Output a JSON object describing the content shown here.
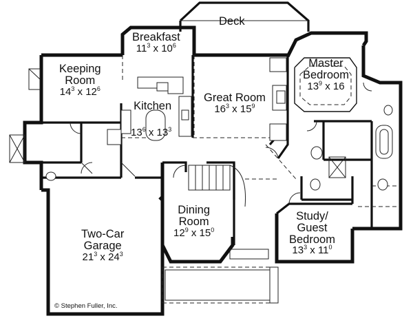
{
  "plan": {
    "credit": "© Stephen Fuller, Inc."
  },
  "rooms": {
    "deck": {
      "name": "Deck"
    },
    "breakfast": {
      "name": "Breakfast",
      "w": "11",
      "wi": "3",
      "h": "10",
      "hi": "6"
    },
    "keeping_room": {
      "name1": "Keeping",
      "name2": "Room",
      "w": "14",
      "wi": "3",
      "h": "12",
      "hi": "6"
    },
    "kitchen": {
      "name": "Kitchen",
      "w": "13",
      "wi": "6",
      "h": "13",
      "hi": "3"
    },
    "great_room": {
      "name": "Great Room",
      "w": "16",
      "wi": "3",
      "h": "15",
      "hi": "9"
    },
    "master_bedroom": {
      "name1": "Master",
      "name2": "Bedroom",
      "w": "13",
      "wi": "9",
      "h": "16",
      "hi": ""
    },
    "dining_room": {
      "name1": "Dining",
      "name2": "Room",
      "w": "12",
      "wi": "9",
      "h": "15",
      "hi": "0"
    },
    "garage": {
      "name1": "Two-Car",
      "name2": "Garage",
      "w": "21",
      "wi": "3",
      "h": "24",
      "hi": "3"
    },
    "study": {
      "name1": "Study/",
      "name2": "Guest",
      "name3": "Bedroom",
      "w": "13",
      "wi": "3",
      "h": "11",
      "hi": "0"
    }
  }
}
